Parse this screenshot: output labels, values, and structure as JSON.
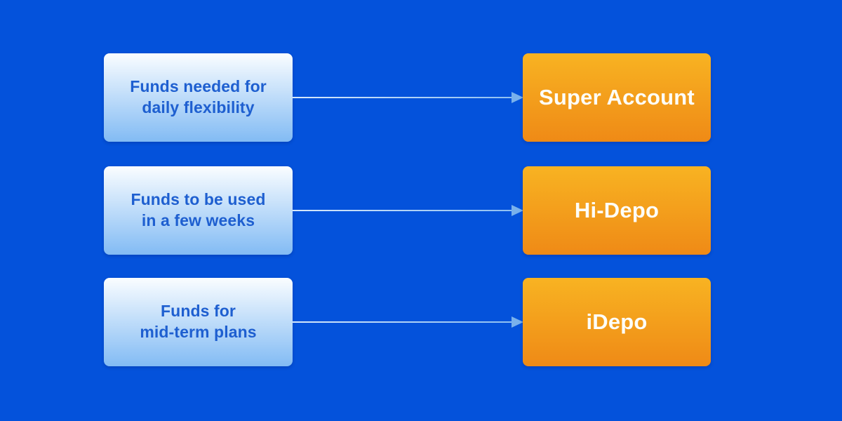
{
  "diagram": {
    "type": "flow-mapping",
    "rows": [
      {
        "source": {
          "lines": [
            "Funds needed for",
            "daily flexibility"
          ]
        },
        "target": {
          "label": "Super Account"
        }
      },
      {
        "source": {
          "lines": [
            "Funds to be used",
            "in a few weeks"
          ]
        },
        "target": {
          "label": "Hi-Depo"
        }
      },
      {
        "source": {
          "lines": [
            "Funds for",
            "mid-term plans"
          ]
        },
        "target": {
          "label": "iDepo"
        }
      }
    ],
    "colors": {
      "background": "#0452db",
      "source_box_top": "#fafdff",
      "source_box_bottom": "#82bbf4",
      "source_text": "#1e5fd0",
      "target_box_top": "#f8b322",
      "target_box_bottom": "#ef8a16",
      "target_text": "#fdfdf8",
      "arrow_line_start": "#d7e8fb",
      "arrow_line_end": "#8fc0f2",
      "arrow_head": "#79b1ec"
    }
  }
}
